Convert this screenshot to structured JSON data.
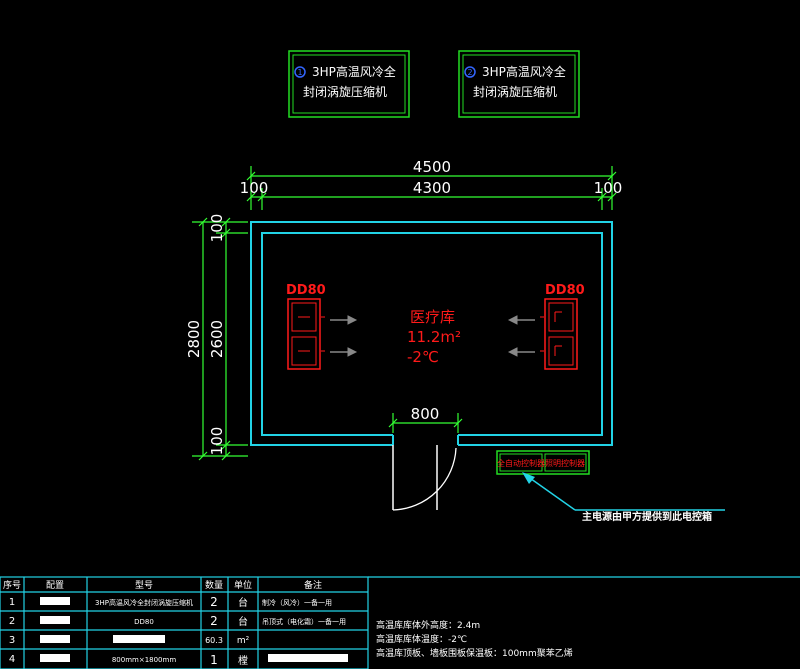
{
  "equipment_labels": [
    {
      "num": "1",
      "line1": "3HP高温风冷全",
      "line2": "封闭涡旋压缩机"
    },
    {
      "num": "2",
      "line1": "3HP高温风冷全",
      "line2": "封闭涡旋压缩机"
    }
  ],
  "dimensions": {
    "total_width": "4500",
    "inner_width": "4300",
    "wall_left": "100",
    "wall_right": "100",
    "total_height": "2800",
    "inner_height": "2600",
    "wall_top": "100",
    "wall_bottom": "100",
    "door_width": "800"
  },
  "room": {
    "name": "医疗库",
    "area": "11.2m²",
    "temperature": "-2℃"
  },
  "evaporators": {
    "left_label": "DD80",
    "right_label": "DD80"
  },
  "electrical_boxes": [
    "全自动控制器",
    "照明控制器"
  ],
  "annotation": "主电源由甲方提供到此电控箱",
  "table": {
    "headers": [
      "序号",
      "配置",
      "型号",
      "数量",
      "单位",
      "备注"
    ],
    "rows": [
      {
        "no": "1",
        "model": "3HP高温风冷全封闭涡旋压缩机",
        "qty": "2",
        "unit": "台",
        "note": "制冷（风冷）一备一用"
      },
      {
        "no": "2",
        "model": "DD80",
        "qty": "2",
        "unit": "台",
        "note": "吊顶式（电化霜）一备一用"
      },
      {
        "no": "3",
        "model": "",
        "qty": "60.3",
        "unit": "m²",
        "note": ""
      },
      {
        "no": "4",
        "model": "800mm×1800mm",
        "qty": "1",
        "unit": "樘",
        "note": ""
      }
    ]
  },
  "notes": [
    "高温库库体外高度：2.4m",
    "高温库库体温度：-2℃",
    "高温库顶板、墙板围板保温板：100mm聚苯乙烯"
  ],
  "colors": {
    "background": "#000000",
    "wall": "#22d3e6",
    "dimension": "#33ff33",
    "evaporator": "#ff1a1a",
    "arrow": "#808080",
    "table_line": "#22d3e6"
  }
}
